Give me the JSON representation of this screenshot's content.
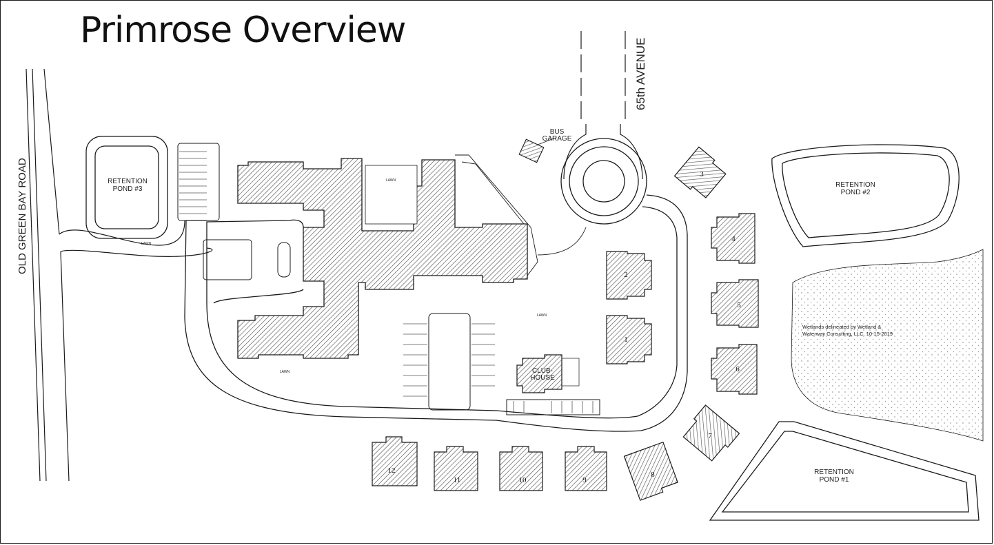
{
  "title": "Primrose Overview",
  "roads": {
    "left": "OLD GREEN BAY ROAD",
    "top": "65th AVENUE"
  },
  "ponds": {
    "pond3": [
      "RETENTION",
      "POND #3"
    ],
    "pond2": [
      "RETENTION",
      "POND #2"
    ],
    "pond1": [
      "RETENTION",
      "POND #1"
    ]
  },
  "buildings": {
    "bus_garage": [
      "BUS",
      "GARAGE"
    ],
    "clubhouse": [
      "CLUB-",
      "HOUSE"
    ]
  },
  "lawn_label": "LAWN",
  "wetlands_note": [
    "Wetlands delineated by Wetland &",
    "Waterway Consulting, LLC. 10-15-2019"
  ],
  "units": [
    "1",
    "2",
    "3",
    "4",
    "5",
    "6",
    "7",
    "8",
    "9",
    "10",
    "11",
    "12"
  ],
  "colors": {
    "line": "#1a1a1a",
    "hatch": "#555555",
    "background": "#ffffff"
  }
}
